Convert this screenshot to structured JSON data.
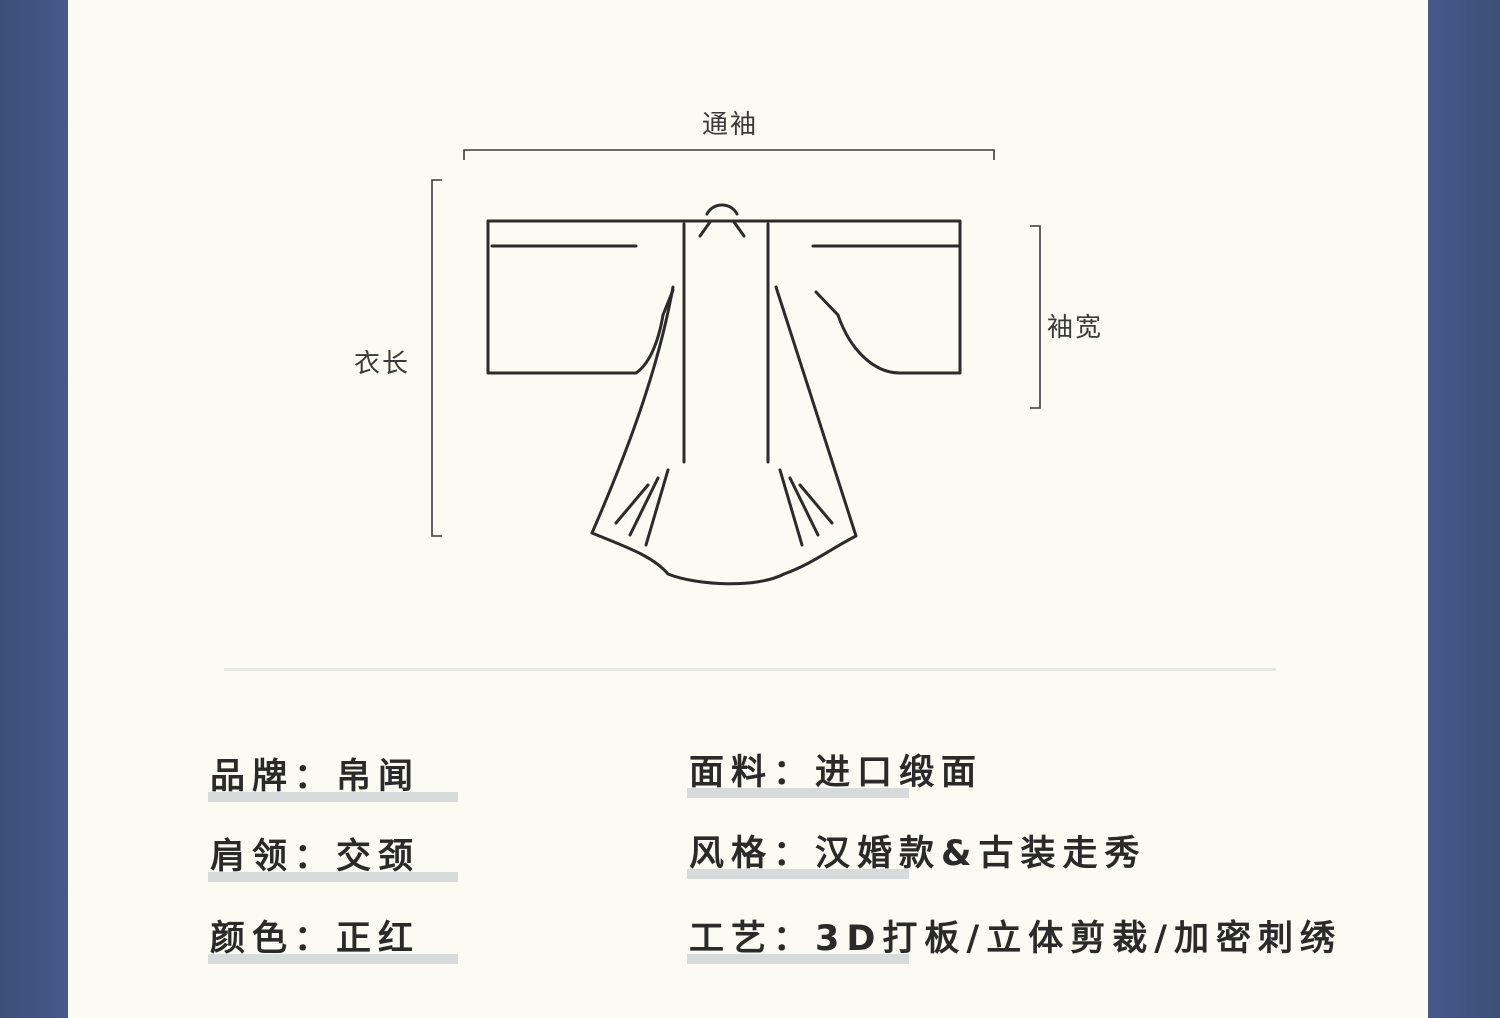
{
  "diagram": {
    "sleeve_span_label": "通袖",
    "length_label": "衣长",
    "sleeve_width_label": "袖宽"
  },
  "specs": {
    "left": [
      {
        "label": "品牌",
        "sep": "：",
        "value": "帛闻"
      },
      {
        "label": "肩领",
        "sep": "：",
        "value": "交颈"
      },
      {
        "label": "颜色",
        "sep": "：",
        "value": "正红"
      }
    ],
    "right": [
      {
        "label": "面料",
        "sep": "：",
        "value": "进口缎面"
      },
      {
        "label": "风格",
        "sep": "：",
        "value": "汉婚款&古装走秀"
      },
      {
        "label": "工艺",
        "sep": "：",
        "value": "3D打板/立体剪裁/加密刺绣"
      }
    ]
  },
  "colors": {
    "background": "#3e5580",
    "card": "#fbfbf4",
    "line": "#2b2b2b",
    "highlight": "#d7dbdb"
  }
}
